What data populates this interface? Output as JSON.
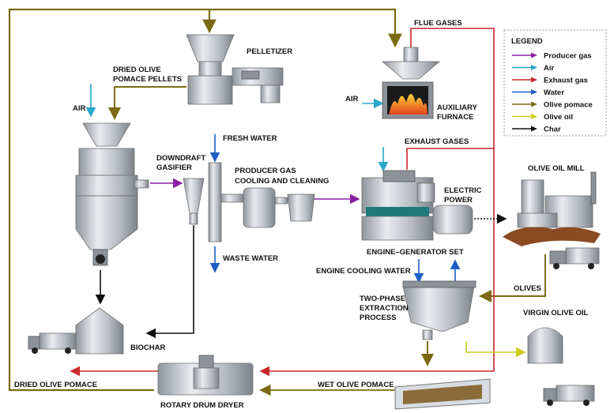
{
  "colors": {
    "producer_gas": "#8a1fa3",
    "air": "#2aa7cc",
    "exhaust_gas": "#c8262e",
    "water": "#1c5fc4",
    "olive_pomace": "#7a6b12",
    "olive_oil": "#c9cd1c",
    "char": "#111111"
  },
  "labels": {
    "pelletizer": "PELLETIZER",
    "dried_pellets_1": "DRIED OLIVE",
    "dried_pellets_2": "POMACE PELLETS",
    "air_gasifier": "AIR",
    "gasifier_1": "DOWNDRAFT",
    "gasifier_2": "GASIFIER",
    "fresh_water": "FRESH WATER",
    "cleaning_1": "PRODUCER GAS",
    "cleaning_2": "COOLING AND CLEANING",
    "waste_water": "WASTE WATER",
    "flue_gases": "FLUE GASES",
    "air_furnace": "AIR",
    "furnace_1": "AUXILIARY",
    "furnace_2": "FURNACE",
    "exhaust_gases": "EXHAUST GASES",
    "electric_1": "ELECTRIC",
    "electric_2": "POWER",
    "engine_set": "ENGINE–GENERATOR SET",
    "engine_cooling": "ENGINE COOLING WATER",
    "olive_oil_mill": "OLIVE OIL MILL",
    "olives": "OLIVES",
    "extraction_1": "TWO-PHASE",
    "extraction_2": "EXTRACTION",
    "extraction_3": "PROCESS",
    "virgin_oil": "VIRGIN OLIVE OIL",
    "biochar": "BIOCHAR",
    "wet_pomace": "WET OLIVE POMACE",
    "dried_pomace": "DRIED OLIVE POMACE",
    "dryer": "ROTARY DRUM DRYER"
  },
  "legend": {
    "title": "LEGEND",
    "items": [
      {
        "label": "Producer gas",
        "color": "#8a1fa3"
      },
      {
        "label": "Air",
        "color": "#2aa7cc"
      },
      {
        "label": "Exhaust gas",
        "color": "#c8262e"
      },
      {
        "label": "Water",
        "color": "#1c5fc4"
      },
      {
        "label": "Olive pomace",
        "color": "#7a6b12"
      },
      {
        "label": "Olive oil",
        "color": "#c9cd1c"
      },
      {
        "label": "Char",
        "color": "#111111"
      }
    ]
  }
}
